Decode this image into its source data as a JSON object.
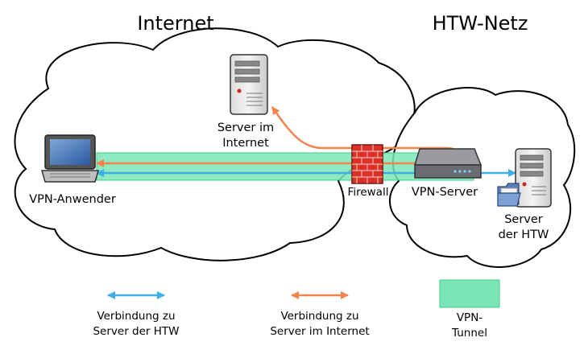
{
  "regions": {
    "internet": "Internet",
    "htw": "HTW-Netz"
  },
  "nodes": {
    "vpn_user": "VPN-Anwender",
    "server_internet": [
      "Server im",
      "Internet"
    ],
    "firewall": "Firewall",
    "vpn_server": "VPN-Server",
    "server_htw": [
      "Server",
      "der HTW"
    ]
  },
  "legend": {
    "htw_line": [
      "Verbindung zu",
      "Server der HTW"
    ],
    "internet_line": [
      "Verbindung zu",
      "Server im Internet"
    ],
    "tunnel": [
      "VPN-",
      "Tunnel"
    ]
  },
  "colors": {
    "htw_connection": "#3daee9",
    "internet_connection": "#f5844c",
    "tunnel": "#7ae6b5",
    "firewall": "#d8322b"
  },
  "icons": [
    "laptop-icon",
    "server-icon",
    "firewall-icon",
    "vpn-server-icon",
    "folder-icon"
  ]
}
